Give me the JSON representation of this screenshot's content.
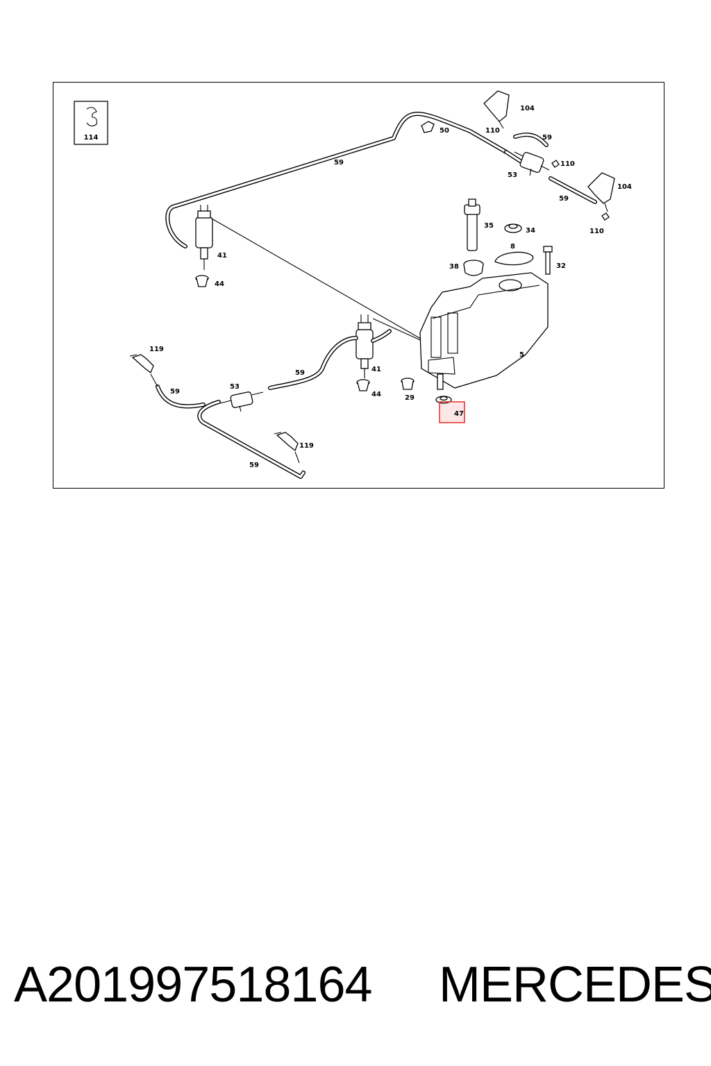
{
  "diagram": {
    "inset_label": "114",
    "labels": {
      "l104a": "104",
      "l104b": "104",
      "l50": "50",
      "l110a": "110",
      "l59a": "59",
      "l110b": "110",
      "l53a": "53",
      "l59b": "59",
      "l110c": "110",
      "l59top": "59",
      "l35": "35",
      "l34": "34",
      "l8": "8",
      "l38": "38",
      "l32": "32",
      "l41a": "41",
      "l44a": "44",
      "l5": "5",
      "l119a": "119",
      "l59c": "59",
      "l53b": "53",
      "l59d": "59",
      "l41b": "41",
      "l44b": "44",
      "l29": "29",
      "l47": "47",
      "l119b": "119",
      "l59e": "59"
    },
    "highlighted_part": "47",
    "highlight_color": "#e53935"
  },
  "footer": {
    "part_number": "A201997518164",
    "brand": "MERCEDES"
  }
}
